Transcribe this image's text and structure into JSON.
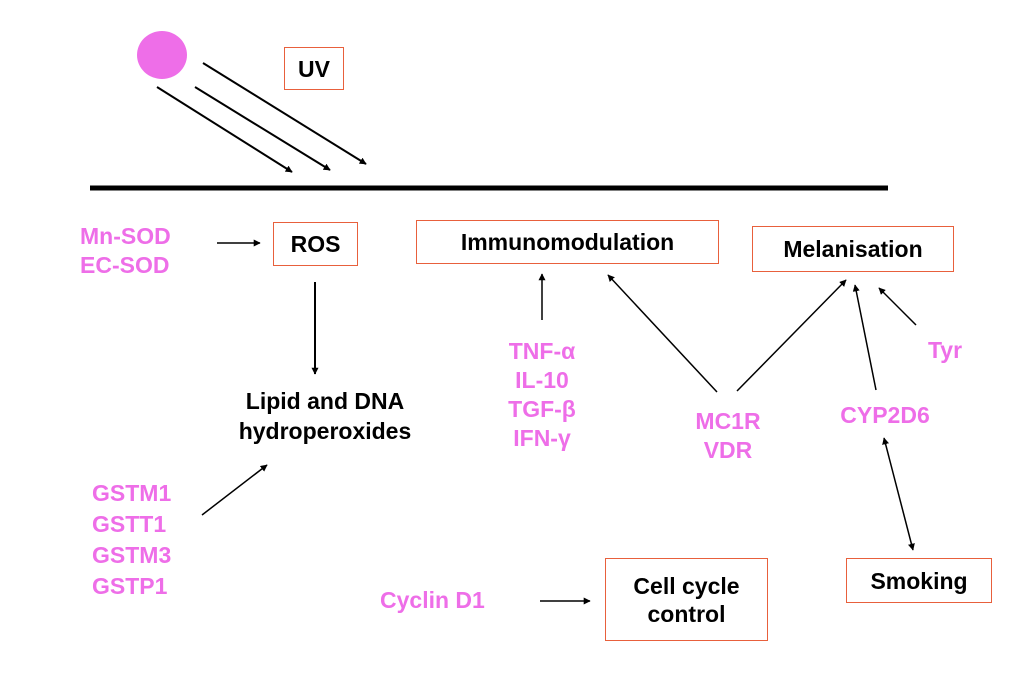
{
  "colors": {
    "sun": "#ee6ee8",
    "gene_text": "#ee6ee8",
    "box_border": "#e8603c",
    "line": "#000000"
  },
  "nodes": {
    "uv": "UV",
    "ros": "ROS",
    "immunomodulation": "Immunomodulation",
    "melanisation": "Melanisation",
    "lipid_dna": "Lipid and DNA\nhydroperoxides",
    "cell_cycle": "Cell cycle\ncontrol",
    "smoking": "Smoking"
  },
  "genes": {
    "sod": "Mn-SOD\nEC-SOD",
    "cytokines": "TNF-α\nIL-10\nTGF-β\nIFN-γ",
    "mc1r_vdr": "MC1R\nVDR",
    "cyp2d6": "CYP2D6",
    "tyr": "Tyr",
    "gst": "GSTM1\nGSTT1\nGSTM3\nGSTP1",
    "cyclin": "Cyclin D1"
  }
}
